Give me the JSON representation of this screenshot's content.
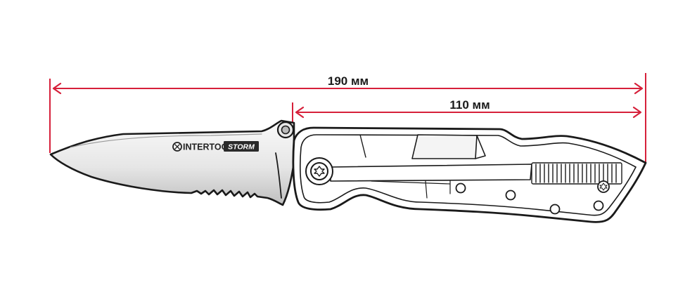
{
  "dimensions": {
    "overall_length": "190 мм",
    "handle_length": "110 мм"
  },
  "logo": {
    "brand": "INTERTOOL",
    "model": "STORM"
  },
  "colors": {
    "dimension_line": "#d6203a",
    "outline": "#1a1a1a",
    "blade_light": "#f2f2f2",
    "blade_dark": "#bdbdbd",
    "handle_fill": "#ffffff"
  }
}
